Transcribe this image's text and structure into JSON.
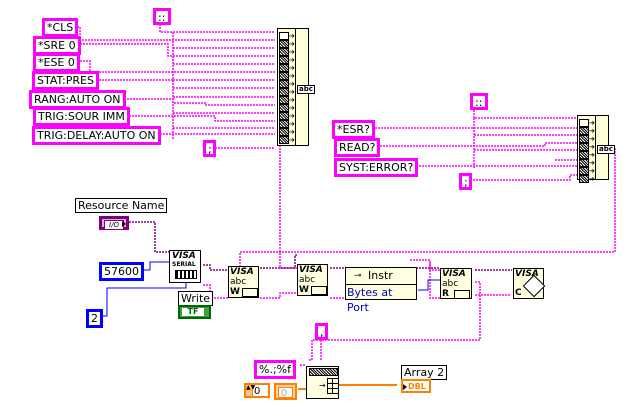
{
  "diagram": {
    "top_concat": {
      "separator_const": "::",
      "end_const": ";",
      "inputs": [
        "*CLS",
        "*SRE 0",
        "*ESE 0",
        "STAT:PRES",
        "RANG:AUTO ON",
        "TRIG:SOUR IMM",
        "TRIG:DELAY:AUTO ON"
      ]
    },
    "mid_concat": {
      "separator_const": "::",
      "end_const": ";",
      "inputs": [
        "*ESR?",
        "READ?",
        "SYST:ERROR?"
      ]
    },
    "resource": {
      "label": "Resource Name",
      "terminal": "I/O"
    },
    "serial_config": {
      "title": "VISA",
      "subtitle": "SERIAL",
      "baud_const": "57600",
      "num_const": "2"
    },
    "write_label": "Write",
    "write_terminal": "TF",
    "visa_write_1": {
      "title": "VISA",
      "text": "abc",
      "mode": "W"
    },
    "visa_write_2": {
      "title": "VISA",
      "text": "abc",
      "mode": "W"
    },
    "property_node": {
      "class": "Instr",
      "property": "Bytes at Port"
    },
    "visa_read": {
      "title": "VISA",
      "text": "abc",
      "mode": "R"
    },
    "visa_close": {
      "title": "VISA",
      "mode": "C"
    },
    "scan_format_const": "%.;%f",
    "comma_const": ",",
    "index_const": "0",
    "default_const": "0",
    "array_label": "Array 2",
    "array_terminal": "DBL",
    "colors": {
      "string_wire": "#ff00ff",
      "visa_wire": "#800080",
      "numeric_wire": "#0000ff",
      "array_wire": "#ff8000",
      "bool_wire": "#006600"
    }
  }
}
